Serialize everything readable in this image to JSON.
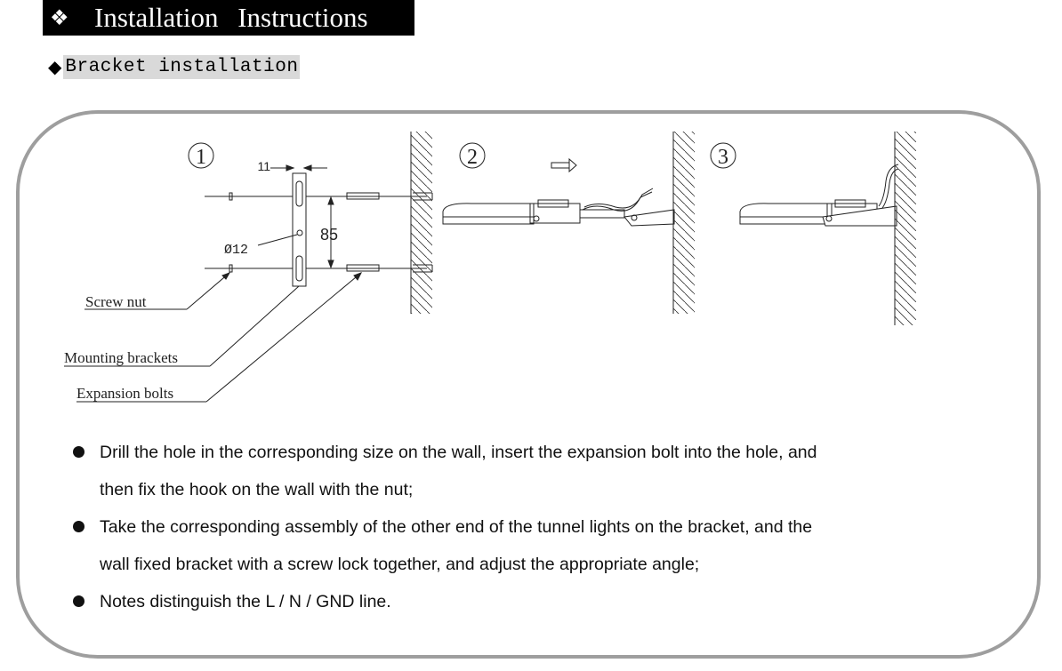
{
  "header": {
    "icon": "four-diamonds-icon",
    "title": "Installation Instructions"
  },
  "section": {
    "icon": "diamond-icon",
    "title": "Bracket installation"
  },
  "diagram": {
    "steps": [
      "1",
      "2",
      "3"
    ],
    "dimensions": {
      "width": "11",
      "hole": "Ø12",
      "spacing": "85"
    },
    "callouts": {
      "screw_nut": "Screw nut",
      "mounting_brackets": "Mounting brackets",
      "expansion_bolts": "Expansion bolts"
    },
    "arrow_icon": "right-arrow-icon"
  },
  "instructions": [
    {
      "line1": "Drill the hole in the corresponding size on the wall, insert the expansion bolt into the hole, and",
      "line2": "then fix the hook on the wall with the nut;"
    },
    {
      "line1": "Take the corresponding assembly of the other end of the tunnel lights on the bracket, and the",
      "line2": "wall fixed bracket with a screw lock together, and adjust the appropriate angle;"
    },
    {
      "line1": "Notes distinguish the L / N / GND line.",
      "line2": ""
    }
  ]
}
